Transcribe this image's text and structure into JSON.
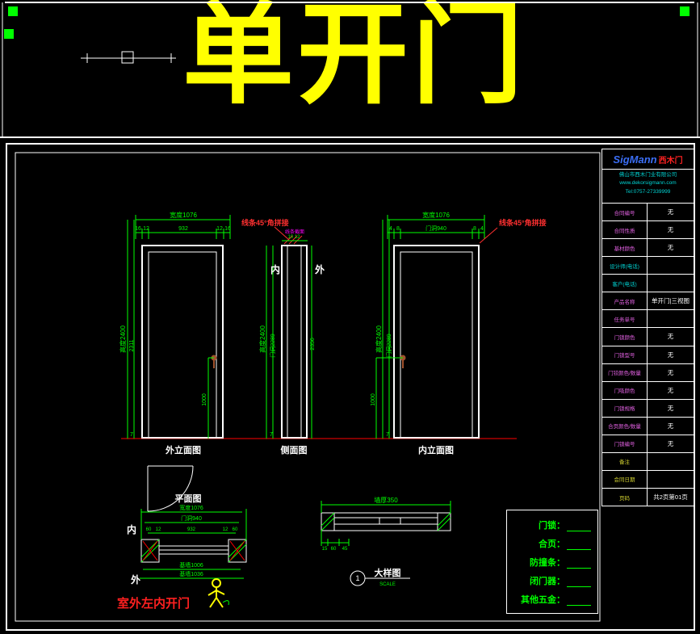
{
  "banner": {
    "title": "单开门"
  },
  "views": {
    "exterior": {
      "label": "外立面图",
      "dim_width": "宽度1076",
      "chain": [
        "16",
        "12",
        "932",
        "12",
        "16"
      ],
      "dim_height": "高度2400",
      "dim_height2": "2311",
      "dim_handle": "1000",
      "dim_bottom": "7"
    },
    "side": {
      "label": "侧面图",
      "note": "线条45°角拼接",
      "note_small": "线条截面",
      "inner_label": "内",
      "outer_label": "外",
      "dim_top": "10 12",
      "dim_height": "高度2400",
      "dim_hole": "门洞2289",
      "dim_mid": "2356",
      "dim_bottom": "7"
    },
    "interior": {
      "label": "内立面图",
      "note": "线条45°角拼接",
      "dim_width": "宽度1076",
      "chain": [
        "4",
        "8",
        "门洞940",
        "8",
        "4"
      ],
      "dim_height": "高度2400",
      "dim_hole": "门洞2289",
      "dim_handle": "1000",
      "dim_bottom": "7"
    }
  },
  "plan": {
    "label": "平面图",
    "dim_width": "宽度1076",
    "dim_hole": "门洞940",
    "chain": [
      "60",
      "12",
      "932",
      "12",
      "60"
    ],
    "dim_base1": "基墙1006",
    "dim_base2": "基墙1036",
    "inner_label": "内",
    "outer_label": "外",
    "note": "室外左内开门"
  },
  "detail": {
    "dim_wall": "墙厚350",
    "nums": [
      "15",
      "60",
      "45"
    ],
    "bubble": "1",
    "label": "大样图",
    "scale": "SCALE"
  },
  "titleblock": {
    "brand": "SigMann",
    "brand_suffix": "西木门",
    "company": "佛山市西木门业有限公司",
    "web": "www.dekorsigmann.com",
    "tel": "Tel:0757-27339999",
    "rows": [
      {
        "label": "合同编号",
        "value": "无"
      },
      {
        "label": "合同性质",
        "value": "无"
      },
      {
        "label": "基材颜色",
        "value": "无"
      },
      {
        "label": "设计师(电话)",
        "value": ""
      },
      {
        "label": "客户(电话)",
        "value": ""
      },
      {
        "label": "产品名称",
        "value": "单开门|三视图"
      },
      {
        "label": "任务单号",
        "value": ""
      },
      {
        "label": "门锁颜色",
        "value": "无"
      },
      {
        "label": "门锁型号",
        "value": "无"
      },
      {
        "label": "门铰颜色/数量",
        "value": "无"
      },
      {
        "label": "门吸颜色",
        "value": "无"
      },
      {
        "label": "门锁规格",
        "value": "无"
      },
      {
        "label": "合页颜色/数量",
        "value": "无"
      },
      {
        "label": "门锁编号",
        "value": "无"
      },
      {
        "label": "备注",
        "value": ""
      },
      {
        "label": "会同日期",
        "value": ""
      },
      {
        "label": "页码",
        "value": "共2页第01页"
      }
    ]
  },
  "hardware": {
    "items": [
      "门锁：",
      "合页：",
      "防撞条：",
      "闭门器：",
      "其他五金："
    ]
  }
}
